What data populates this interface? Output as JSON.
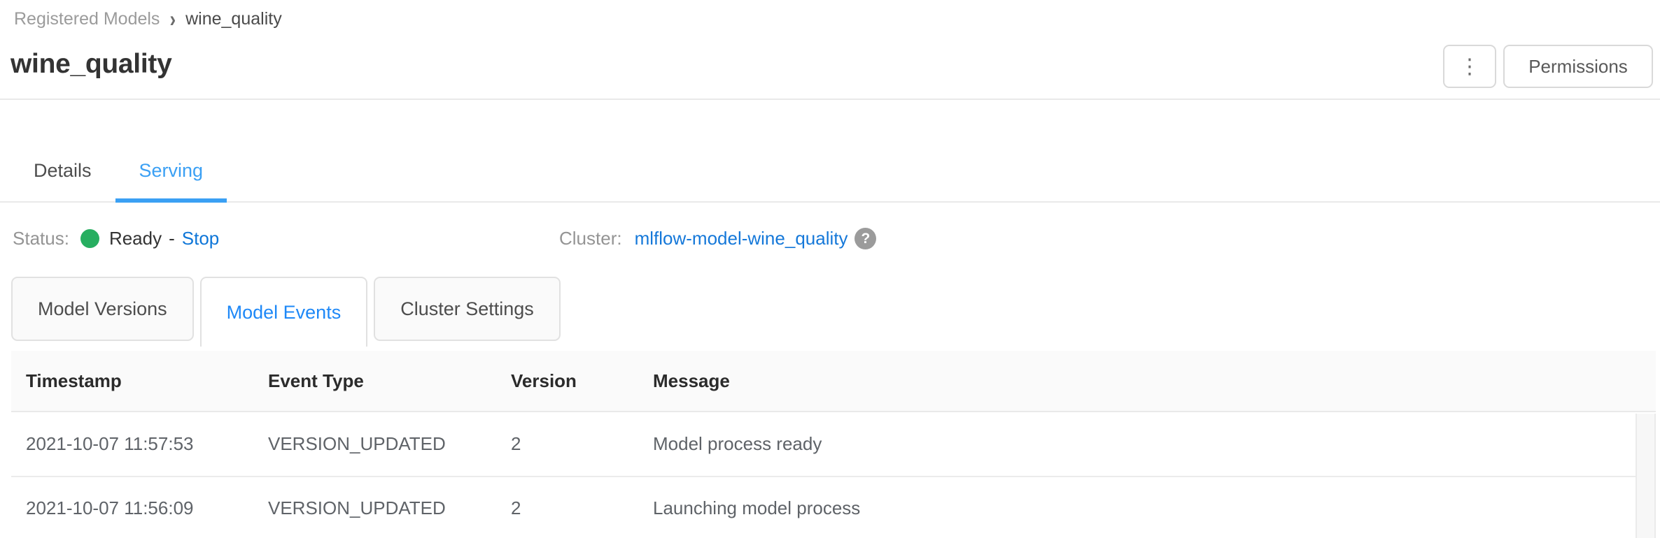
{
  "breadcrumb": {
    "separator": "›",
    "items": [
      {
        "label": "Registered Models"
      },
      {
        "label": "wine_quality"
      }
    ]
  },
  "header": {
    "title": "wine_quality",
    "kebab_icon": "⋮",
    "permissions_label": "Permissions"
  },
  "tabs": [
    {
      "label": "Details",
      "active": false
    },
    {
      "label": "Serving",
      "active": true
    }
  ],
  "status": {
    "label": "Status:",
    "value": "Ready",
    "separator": "-",
    "action": "Stop",
    "dot_color": "#27ae60"
  },
  "cluster": {
    "label": "Cluster:",
    "link": "mlflow-model-wine_quality",
    "help_char": "?"
  },
  "subtabs": [
    {
      "label": "Model Versions",
      "active": false
    },
    {
      "label": "Model Events",
      "active": true
    },
    {
      "label": "Cluster Settings",
      "active": false
    }
  ],
  "table": {
    "headers": [
      "Timestamp",
      "Event Type",
      "Version",
      "Message"
    ],
    "rows": [
      [
        "2021-10-07 11:57:53",
        "VERSION_UPDATED",
        "2",
        "Model process ready"
      ],
      [
        "2021-10-07 11:56:09",
        "VERSION_UPDATED",
        "2",
        "Launching model process"
      ]
    ]
  },
  "colors": {
    "tab_active_blue": "#3ba0f4",
    "subtab_active_blue": "#1e88f7",
    "link_blue": "#0e76d8",
    "status_green": "#27ae60",
    "border_gray": "#e9e9e9",
    "header_bg": "#fafafa"
  }
}
